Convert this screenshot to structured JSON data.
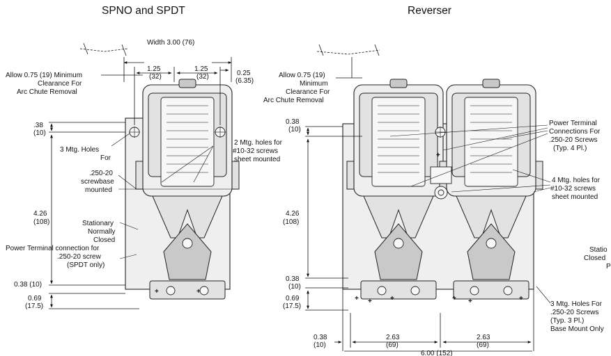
{
  "titles": {
    "left": "SPNO and SPDT",
    "right": "Reverser"
  },
  "left": {
    "width": "Width 3.00 (76)",
    "allow1": "Allow 0.75 (19) Minimum",
    "allow2": "Clearance For",
    "allow3": "Arc Chute Removal",
    "d125a_1": "1.25",
    "d125a_2": "(32)",
    "d125b_1": "1.25",
    "d125b_2": "(32)",
    "d025_1": "0.25",
    "d025_2": "(6.35)",
    "d038top_1": ".38",
    "d038top_2": "(10)",
    "holes3_1": "3 Mtg. Holes",
    "holes3_2": "For",
    "holes2_1": "2 Mtg. holes for",
    "holes2_2": "#10-32 screws",
    "holes2_3": "sheet mounted",
    "screw_1": ".250-20",
    "screw_2": "screwbase",
    "screw_3": "mounted",
    "h426_1": "4.26",
    "h426_2": "(108)",
    "stat_1": "Stationary",
    "stat_2": "Normally",
    "stat_3": "Closed",
    "ptc_1": "Power Terminal connection for",
    "ptc_2": ".250-20 screw",
    "ptc_3": "(SPDT only)",
    "d038b": "0.38 (10)",
    "d069_1": "0.69",
    "d069_2": "(17.5)"
  },
  "right": {
    "allow1": "Allow 0.75 (19)",
    "allow2": "Minimum",
    "allow3": "Clearance For",
    "allow4": "Arc Chute Removal",
    "d038top_1": "0.38",
    "d038top_2": "(10)",
    "pt_1": "Power Terminal",
    "pt_2": "Connections For",
    "pt_3": ".250-20 Screws",
    "pt_4": "(Typ. 4 Pl.)",
    "mh4_1": "4 Mtg. holes for",
    "mh4_2": "#10-32 screws",
    "mh4_3": "sheet mounted",
    "h426_1": "4.26",
    "h426_2": "(108)",
    "stat_1": "Statio",
    "stat_2": "Closed",
    "stat_3": "P",
    "d038b_1": "0.38",
    "d038b_2": "(10)",
    "d069_1": "0.69",
    "d069_2": "(17.5)",
    "mh3_1": "3 Mtg. Holes For",
    "mh3_2": ".250-20 Screws",
    "mh3_3": "(Typ. 3 Pl.)",
    "mh3_4": "Base Mount Only",
    "bot038_1": "0.38",
    "bot038_2": "(10)",
    "d263a_1": "2.63",
    "d263a_2": "(69)",
    "d263b_1": "2.63",
    "d263b_2": "(69)",
    "w600": "6.00 (152)"
  }
}
